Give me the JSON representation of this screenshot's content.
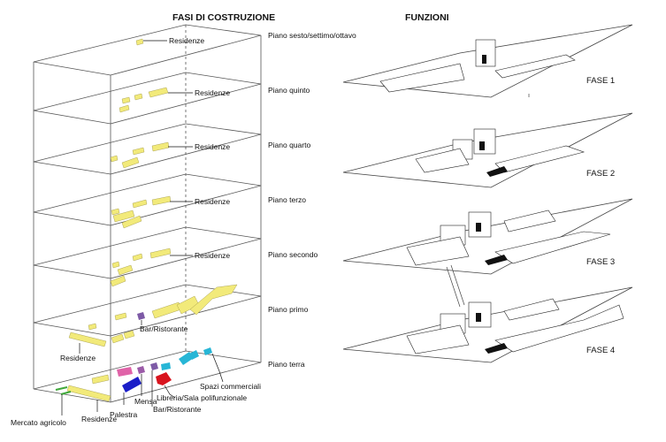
{
  "titles": {
    "left": "FASI DI COSTRUZIONE",
    "right": "FUNZIONI"
  },
  "floors": [
    "Piano sesto/settimo/ottavo",
    "Piano quinto",
    "Piano quarto",
    "Piano terzo",
    "Piano secondo",
    "Piano primo",
    "Piano terra"
  ],
  "labels": {
    "residenze": "Residenze",
    "bar_ristorante": "Bar/Ristorante",
    "spazi_commerciali": "Spazi commerciali",
    "libreria": "Libreria/Sala polifunzionale",
    "mensa": "Mensa",
    "palestra": "Palestra",
    "mercato": "Mercato agricolo"
  },
  "phases": [
    "FASE 1",
    "FASE 2",
    "FASE 3",
    "FASE 4"
  ],
  "colors": {
    "residenze": "#f2ea7a",
    "bar": "#7d5aa6",
    "commerciali": "#27b6d6",
    "libreria": "#d8141e",
    "mensa": "#9b5ba8",
    "palestra": "#1b1ec8",
    "palestra_pink": "#e063a8",
    "mercato": "#3fa83a"
  }
}
